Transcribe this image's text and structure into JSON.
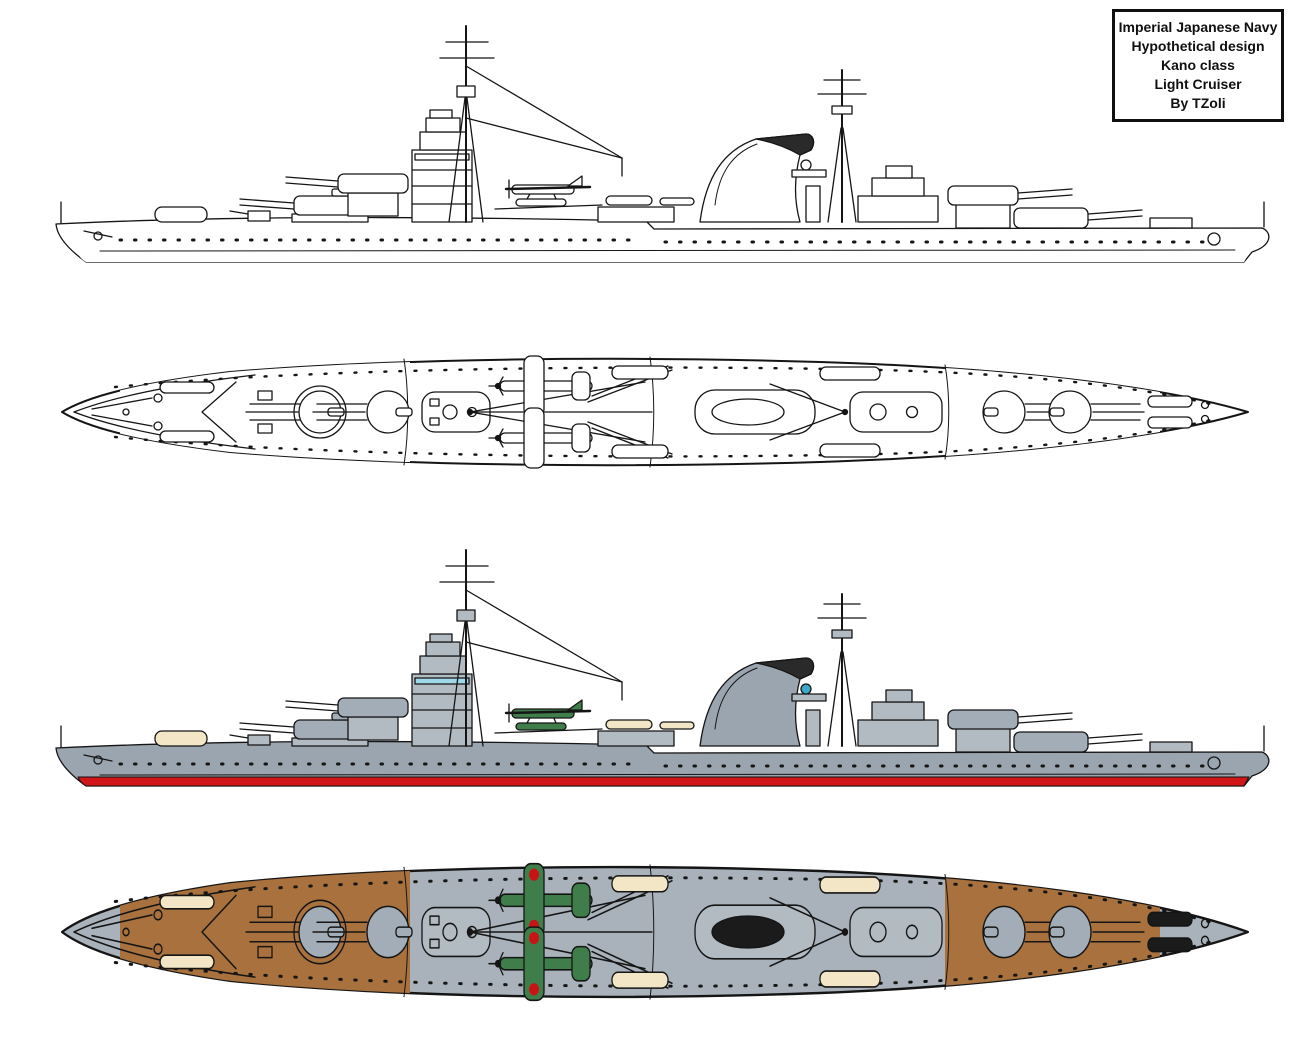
{
  "title_box": {
    "lines": [
      "Imperial Japanese Navy",
      "Hypothetical design",
      "Kano class",
      "Light Cruiser",
      "By TZoli"
    ]
  },
  "colors": {
    "background": "#ffffff",
    "linework": "#151515",
    "hull_gray": "#9aa5af",
    "deck_gray": "#a9b2bb",
    "superstructure_gray": "#b2bac2",
    "turret_gray": "#a3adb7",
    "deck_brown": "#a8713e",
    "waterline_red": "#d01616",
    "boat_cream": "#f3e6c6",
    "aircraft_green": "#3f7d4a",
    "roundel_red": "#c81414",
    "funnel_cap_black": "#1b1b1b",
    "searchlight_teal": "#3fa8c8",
    "bridge_glass_blue": "#9fd8e8"
  }
}
